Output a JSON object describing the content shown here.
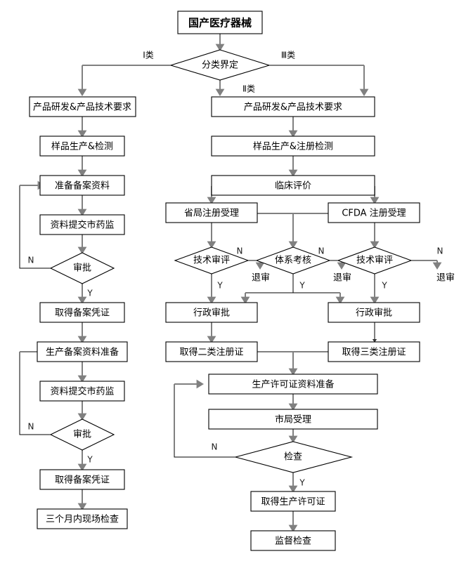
{
  "diagram": {
    "type": "flowchart",
    "title": "国产医疗器械",
    "orientation": "top-down",
    "nodes": {
      "start": "国产医疗器械",
      "classify": "分类界定",
      "l1": "产品研发&产品技术要求",
      "l2": "样品生产&检测",
      "l3": "准备备案资料",
      "l4": "资料提交市药监",
      "l5": "审批",
      "l6": "取得备案凭证",
      "l7": "生产备案资料准备",
      "l8": "资料提交市药监",
      "l9": "审批",
      "l10": "取得备案凭证",
      "l11": "三个月内现场检查",
      "r1": "产品研发&产品技术要求",
      "r2": "样品生产&注册检测",
      "r3": "临床评价",
      "r4a": "省局注册受理",
      "r4b": "CFDA 注册受理",
      "d1": "技术审评",
      "d2": "体系考核",
      "d3": "技术审评",
      "rej1": "退审",
      "rej2": "退审",
      "rej3": "退审",
      "adm1": "行政审批",
      "adm2": "行政审批",
      "cert2": "取得二类注册证",
      "cert3": "取得三类注册证",
      "p1": "生产许可证资料准备",
      "p2": "市局受理",
      "p3": "检查",
      "p4": "取得生产许可证",
      "p5": "监督检查"
    },
    "edge_labels": {
      "class1": "Ⅰ类",
      "class2": "Ⅱ类",
      "class3": "Ⅲ类",
      "yes": "Y",
      "no": "N"
    },
    "colors": {
      "box_stroke": "#000000",
      "box_fill": "#ffffff",
      "arrow": "#808080",
      "connector": "#000000",
      "text": "#000000"
    }
  }
}
